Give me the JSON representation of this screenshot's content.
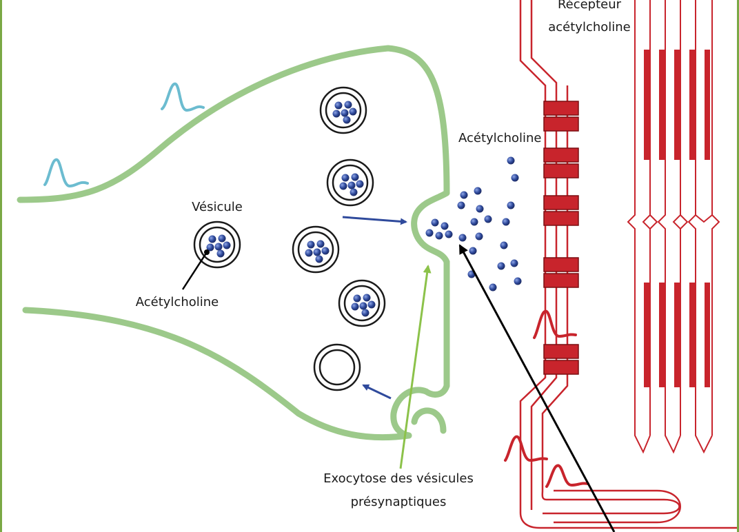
{
  "labels": {
    "receptor_line1": "Récepteur",
    "receptor_line2": "acétylcholine",
    "acetylcholine_released": "Acétylcholine",
    "vesicle": "Vésicule",
    "acetylcholine_in_vesicle": "Acétylcholine",
    "exocytosis_line1": "Exocytose des vésicules",
    "exocytosis_line2": "présynaptiques"
  },
  "colors": {
    "frame": "#7aa845",
    "presynaptic_membrane": "#9cc98a",
    "action_potential_presynaptic": "#6cbcd0",
    "postsynaptic_membrane": "#c8242c",
    "acetylcholine_molecule": "#2f4a9c",
    "blue_arrow": "#2f4a9c",
    "green_arrow": "#8cc24a",
    "pointer_arrow": "#000000"
  }
}
